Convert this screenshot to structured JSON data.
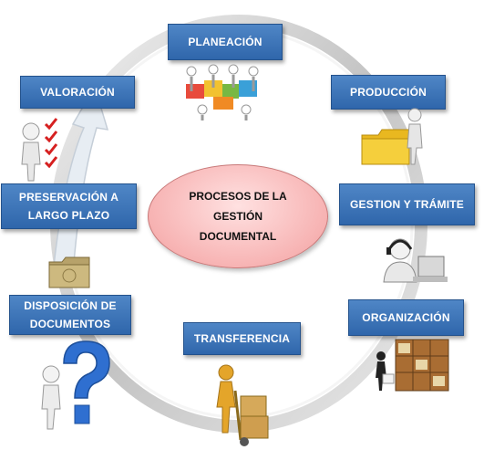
{
  "diagram": {
    "center": "PROCESOS DE LA GESTIÓN DOCUMENTAL",
    "stages": {
      "planeacion": "PLANEACIÓN",
      "produccion": "PRODUCCIÓN",
      "gestion": "GESTION Y TRÁMITE",
      "organizacion": "ORGANIZACIÓN",
      "transferencia": "TRANSFERENCIA",
      "disposicion": "DISPOSICIÓN DE DOCUMENTOS",
      "preservacion": "PRESERVACIÓN A LARGO PLAZO",
      "valoracion": "VALORACIÓN"
    }
  },
  "colors": {
    "box_fill": "#3a73b8",
    "center_fill": "#f7b3b3",
    "ring": "#c8c8c8",
    "arrow": "#dfe7ef"
  },
  "icons": [
    "puzzle-teamwork-icon",
    "folder-figure-icon",
    "headset-operator-icon",
    "archive-shelves-icon",
    "handtruck-boxes-icon",
    "question-mark-figure-icon",
    "folder-icon",
    "checklist-figure-icon"
  ]
}
